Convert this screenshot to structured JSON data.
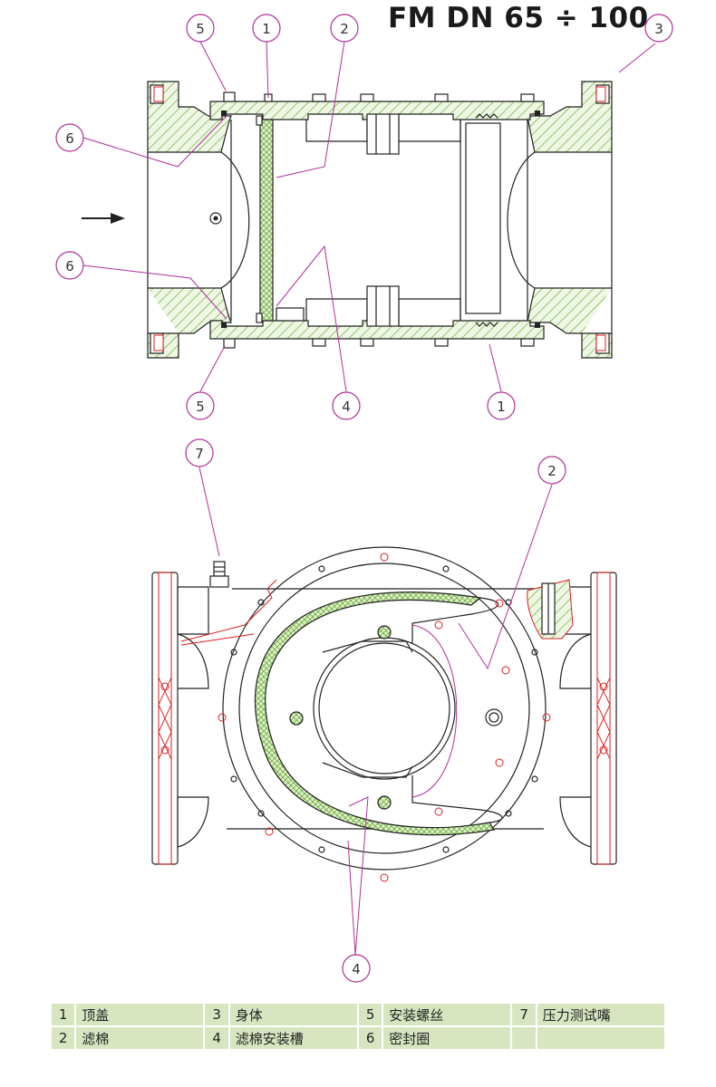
{
  "title": "FM DN 65 ÷ 100",
  "callouts": {
    "top": [
      "5",
      "1",
      "2",
      "3",
      "6",
      "6",
      "5",
      "4",
      "1"
    ],
    "bottom": [
      "7",
      "2",
      "4"
    ]
  },
  "legend": {
    "rows": [
      [
        {
          "num": "1",
          "label": "顶盖"
        },
        {
          "num": "3",
          "label": "身体"
        },
        {
          "num": "5",
          "label": "安装螺丝"
        },
        {
          "num": "7",
          "label": "压力测试嘴"
        }
      ],
      [
        {
          "num": "2",
          "label": "滤棉"
        },
        {
          "num": "4",
          "label": "滤棉安装槽"
        },
        {
          "num": "6",
          "label": "密封圈"
        },
        {
          "num": "",
          "label": ""
        }
      ]
    ]
  },
  "colors": {
    "line": "#222222",
    "callout": "#b0309a",
    "hatch": "#6fb13a",
    "hatch_fill": "#e6f2d8",
    "red": "#d81e1e",
    "legend_bg": "#d7e6c0"
  }
}
